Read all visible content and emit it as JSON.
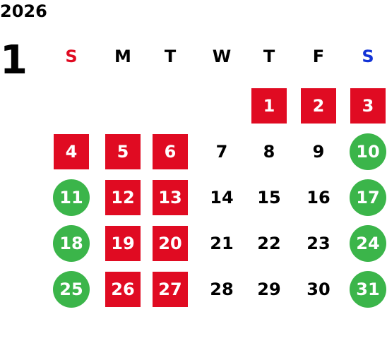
{
  "calendar": {
    "year": "2026",
    "month": "1",
    "weekdays": [
      {
        "label": "S",
        "color": "#e00b22"
      },
      {
        "label": "M",
        "color": "#000000"
      },
      {
        "label": "T",
        "color": "#000000"
      },
      {
        "label": "W",
        "color": "#000000"
      },
      {
        "label": "T",
        "color": "#000000"
      },
      {
        "label": "F",
        "color": "#000000"
      },
      {
        "label": "S",
        "color": "#1233d6"
      }
    ],
    "colors": {
      "red": "#e00b22",
      "green": "#3bb54a"
    },
    "weeks": [
      [
        null,
        null,
        null,
        null,
        {
          "day": "1",
          "style": "red"
        },
        {
          "day": "2",
          "style": "red"
        },
        {
          "day": "3",
          "style": "red"
        }
      ],
      [
        {
          "day": "4",
          "style": "red"
        },
        {
          "day": "5",
          "style": "red"
        },
        {
          "day": "6",
          "style": "red"
        },
        {
          "day": "7",
          "style": "plain"
        },
        {
          "day": "8",
          "style": "plain"
        },
        {
          "day": "9",
          "style": "plain"
        },
        {
          "day": "10",
          "style": "green"
        }
      ],
      [
        {
          "day": "11",
          "style": "green"
        },
        {
          "day": "12",
          "style": "red"
        },
        {
          "day": "13",
          "style": "red"
        },
        {
          "day": "14",
          "style": "plain"
        },
        {
          "day": "15",
          "style": "plain"
        },
        {
          "day": "16",
          "style": "plain"
        },
        {
          "day": "17",
          "style": "green"
        }
      ],
      [
        {
          "day": "18",
          "style": "green"
        },
        {
          "day": "19",
          "style": "red"
        },
        {
          "day": "20",
          "style": "red"
        },
        {
          "day": "21",
          "style": "plain"
        },
        {
          "day": "22",
          "style": "plain"
        },
        {
          "day": "23",
          "style": "plain"
        },
        {
          "day": "24",
          "style": "green"
        }
      ],
      [
        {
          "day": "25",
          "style": "green"
        },
        {
          "day": "26",
          "style": "red"
        },
        {
          "day": "27",
          "style": "red"
        },
        {
          "day": "28",
          "style": "plain"
        },
        {
          "day": "29",
          "style": "plain"
        },
        {
          "day": "30",
          "style": "plain"
        },
        {
          "day": "31",
          "style": "green"
        }
      ]
    ]
  }
}
